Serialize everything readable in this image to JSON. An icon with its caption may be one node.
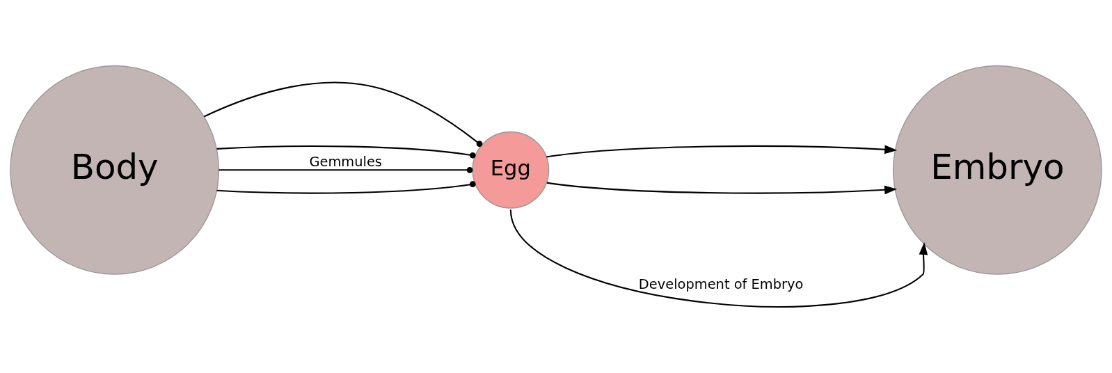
{
  "diagram": {
    "nodes": [
      {
        "text": [
          "Body"
        ]
      },
      {
        "text": [
          "Egg"
        ]
      },
      {
        "text": [
          "Embryo"
        ]
      }
    ],
    "edges": [
      {
        "from": 0,
        "to": 1,
        "arrow": "other"
      },
      {
        "from": 0,
        "to": 1,
        "arrow": "other",
        "label": "Gemmules"
      },
      {
        "from": 0,
        "to": 1,
        "arrow": "other"
      },
      {
        "from": 0,
        "to": 1,
        "arrow": "other"
      },
      {
        "from": 1,
        "to": 2,
        "arrow": "to"
      },
      {
        "from": 1,
        "to": 2,
        "arrow": "to"
      },
      {
        "from": 1,
        "to": 2,
        "arrow": "to",
        "label": "Development of Embryo"
      }
    ]
  }
}
